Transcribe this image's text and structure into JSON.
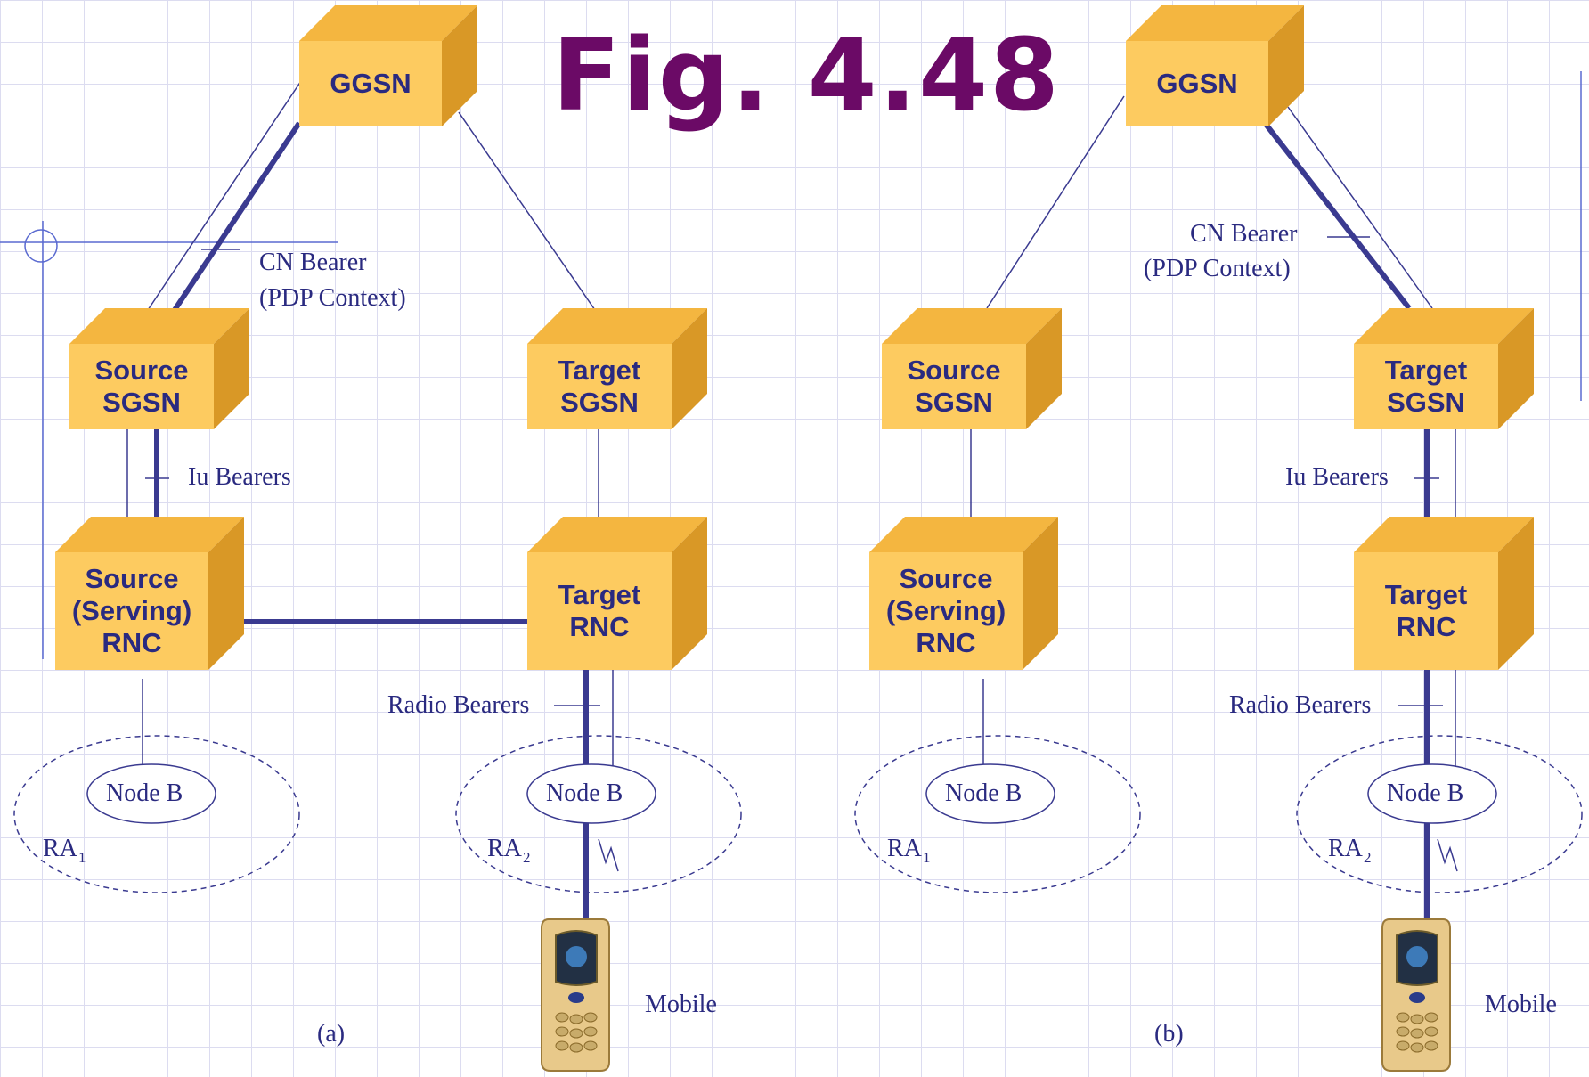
{
  "title": "Fig. 4.48",
  "colors": {
    "box_front": "#fdcb60",
    "box_top": "#f4b640",
    "box_side": "#d99826",
    "line": "#3a3a90",
    "title": "#6b0a66"
  },
  "panel_a": {
    "caption": "(a)",
    "ggsn": "GGSN",
    "source_sgsn": "Source\nSGSN",
    "target_sgsn": "Target\nSGSN",
    "source_rnc": "Source\n(Serving)\nRNC",
    "target_rnc": "Target\nRNC",
    "cn_bearer": "CN Bearer",
    "pdp_context": "(PDP Context)",
    "iu_bearers": "Iu Bearers",
    "radio_bearers": "Radio Bearers",
    "node_b_1": "Node B",
    "node_b_2": "Node B",
    "ra1": "RA",
    "ra1_sub": "1",
    "ra2": "RA",
    "ra2_sub": "2",
    "mobile": "Mobile"
  },
  "panel_b": {
    "caption": "(b)",
    "ggsn": "GGSN",
    "source_sgsn": "Source\nSGSN",
    "target_sgsn": "Target\nSGSN",
    "source_rnc": "Source\n(Serving)\nRNC",
    "target_rnc": "Target\nRNC",
    "cn_bearer": "CN Bearer",
    "pdp_context": "(PDP Context)",
    "iu_bearers": "Iu Bearers",
    "radio_bearers": "Radio Bearers",
    "node_b_1": "Node B",
    "node_b_2": "Node B",
    "ra1": "RA",
    "ra1_sub": "1",
    "ra2": "RA",
    "ra2_sub": "2",
    "mobile": "Mobile"
  }
}
